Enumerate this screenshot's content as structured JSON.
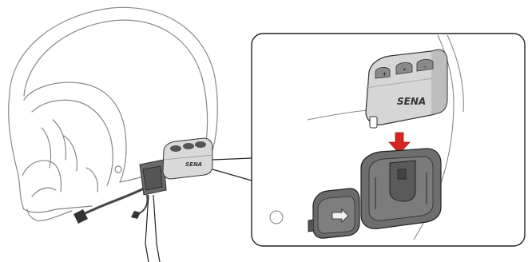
{
  "device": {
    "brand_small": "SENA",
    "brand_large": "SENA"
  },
  "arrow_color": "#d7261e",
  "icons": [
    "helmet-illustration",
    "headset-unit-icon",
    "mounting-clip-icon",
    "adhesive-plate-icon",
    "down-arrow-icon"
  ]
}
